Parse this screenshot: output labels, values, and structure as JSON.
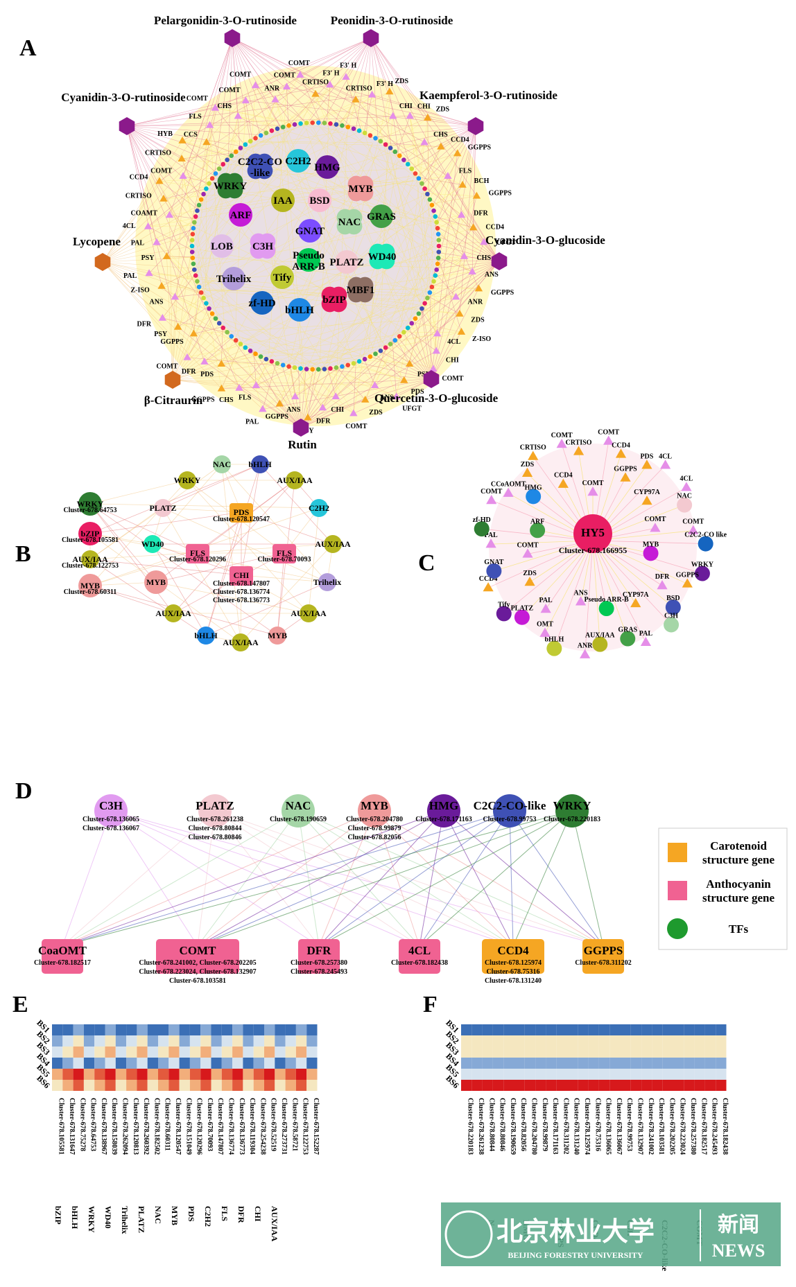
{
  "panels": {
    "A": "A",
    "B": "B",
    "C": "C",
    "D": "D",
    "E": "E",
    "F": "F"
  },
  "colors": {
    "anthocyanin": "#8b1a8b",
    "carotenoid": "#d2691e",
    "caro_gene": "#f5a623",
    "antho_gene": "#f06292",
    "tf": "#1e9a2e",
    "edge_pink": "#e57373",
    "edge_yellow": "#fff59d"
  },
  "panelA": {
    "metabolites": [
      {
        "label": "Pelargonidin-3-O-rutinoside",
        "type": "antho"
      },
      {
        "label": "Peonidin-3-O-rutinoside",
        "type": "antho"
      },
      {
        "label": "Kaempferol-3-O-rutinoside",
        "type": "antho"
      },
      {
        "label": "Cyanidin-3-O-glucoside",
        "type": "antho"
      },
      {
        "label": "Quercetin-3-O-glucoside",
        "type": "antho"
      },
      {
        "label": "Rutin",
        "type": "antho"
      },
      {
        "label": "β-Citraurin",
        "type": "caro"
      },
      {
        "label": "Lycopene",
        "type": "caro"
      },
      {
        "label": "Cyanidin-3-O-rutinoside",
        "type": "antho"
      }
    ],
    "tfs": [
      {
        "label": "C2C2-CO -like",
        "color": "#3f51b5"
      },
      {
        "label": "C2H2",
        "color": "#26c6da"
      },
      {
        "label": "HMG",
        "color": "#6a1b9a"
      },
      {
        "label": "WRKY",
        "color": "#2e7d32"
      },
      {
        "label": "IAA",
        "color": "#b5b520"
      },
      {
        "label": "BSD",
        "color": "#f8bbd0"
      },
      {
        "label": "MYB",
        "color": "#ef9a9a"
      },
      {
        "label": "ARF",
        "color": "#c51bd6"
      },
      {
        "label": "GNAT",
        "color": "#7c4dff"
      },
      {
        "label": "NAC",
        "color": "#a5d6a7"
      },
      {
        "label": "GRAS",
        "color": "#43a047"
      },
      {
        "label": "LOB",
        "color": "#e1bee7"
      },
      {
        "label": "C3H",
        "color": "#e19bf0"
      },
      {
        "label": "Pseudo ARR-B",
        "color": "#00c853"
      },
      {
        "label": "PLATZ",
        "color": "#f3c9d0"
      },
      {
        "label": "WD40",
        "color": "#1de9b6"
      },
      {
        "label": "Trihelix",
        "color": "#b39ddb"
      },
      {
        "label": "Tify",
        "color": "#c0ca33"
      },
      {
        "label": "MBF1",
        "color": "#8d6e63"
      },
      {
        "label": "zf-HD",
        "color": "#1565c0"
      },
      {
        "label": "bHLH",
        "color": "#1e88e5"
      },
      {
        "label": "bZIP",
        "color": "#e91e63"
      }
    ],
    "genes": [
      "CRTISO",
      "F3' H",
      "F3' H",
      "CRTISO",
      "F3' H",
      "ZDS",
      "CHI",
      "CHI",
      "ZDS",
      "CHS",
      "CCD4",
      "GGPPS",
      "FLS",
      "BCH",
      "GGPPS",
      "DFR",
      "CCD4",
      "UFGT",
      "CHS",
      "ANS",
      "GGPPS",
      "ANR",
      "ZDS",
      "Z-ISO",
      "4CL",
      "CHI",
      "COMT",
      "PSY",
      "PDS",
      "UFGT",
      "ANS",
      "ZDS",
      "COMT",
      "CHI",
      "DFR",
      "PSY",
      "ANS",
      "GGPPS",
      "PAL",
      "FLS",
      "CHS",
      "GGPPS",
      "PDS",
      "DFR",
      "COMT",
      "GGPPS",
      "PSY",
      "DFR",
      "ANS",
      "Z-ISO",
      "PAL",
      "PSY",
      "PAL",
      "4CL",
      "COAMT",
      "CRTISO",
      "CCD4",
      "COMT",
      "CRTISO",
      "HYB",
      "CCS",
      "FLS",
      "COMT",
      "CHS",
      "COMT",
      "COMT",
      "ANR",
      "COMT",
      "COMT"
    ]
  },
  "panelB": {
    "nodes": [
      "NAC",
      "bHLH",
      "WRKY",
      "AUX/IAA",
      "PLATZ",
      "PDS",
      "C2H2",
      "WRKY",
      "bZIP",
      "WD40",
      "FLS",
      "FLS",
      "AUX/IAA",
      "AUX/IAA",
      "MYB",
      "MYB",
      "CHI",
      "Trihelix",
      "AUX/IAA",
      "AUX/IAA",
      "bHLH",
      "AUX/IAA",
      "MYB"
    ],
    "clusters": [
      "Cluster-678.64753",
      "Cluster-678.105581",
      "Cluster-678.122753",
      "Cluster-678.60311",
      "Cluster-678.120547",
      "Cluster-678.120296",
      "Cluster-678.70093",
      "Cluster-678.147807",
      "Cluster-678.136774",
      "Cluster-678.136773"
    ]
  },
  "panelC": {
    "hub": "HY5",
    "hub_cluster": "Cluster-678.166955",
    "nodes": [
      "COMT",
      "COMT",
      "CCD4",
      "GGPPS",
      "PDS",
      "4CL",
      "CYP97A",
      "4CL",
      "NAC",
      "COMT",
      "COMT",
      "C2C2-CO like",
      "MYB",
      "WRKY",
      "GGPPS",
      "DFR",
      "BSD",
      "C3H",
      "CYP97A",
      "PAL",
      "GRAS",
      "Pseudo ARR-B",
      "AUX/IAA",
      "ANR",
      "ANS",
      "bHLH",
      "OMT",
      "PAL",
      "PLATZ",
      "Tify",
      "ZDS",
      "CCD4",
      "GNAT",
      "COMT",
      "PAL",
      "zf-HD",
      "ARF",
      "COMT",
      "CCoAOMT",
      "HMG",
      "ZDS",
      "CRTISO",
      "CCD4",
      "COMT",
      "CRTISO"
    ]
  },
  "panelD": {
    "tfs": [
      {
        "label": "C3H",
        "clusters": [
          "Cluster-678.136065",
          "Cluster-678.136067"
        ]
      },
      {
        "label": "PLATZ",
        "clusters": [
          "Cluster-678.261238",
          "Cluster-678.80844",
          "Cluster-678.80846"
        ]
      },
      {
        "label": "NAC",
        "clusters": [
          "Cluster-678.190659"
        ]
      },
      {
        "label": "MYB",
        "clusters": [
          "Cluster-678.204780",
          "Cluster-678.99879",
          "Cluster-678.82056"
        ]
      },
      {
        "label": "HMG",
        "clusters": [
          "Cluster-678.171163"
        ]
      },
      {
        "label": "C2C2-CO-like",
        "clusters": [
          "Cluster-678.99753"
        ]
      },
      {
        "label": "WRKY",
        "clusters": [
          "Cluster-678.220183"
        ]
      }
    ],
    "genes": [
      {
        "label": "CoaOMT",
        "clusters": [
          "Cluster-678.182517"
        ]
      },
      {
        "label": "COMT",
        "clusters": [
          "Cluster-678.241002, Cluster-678.202205",
          "Cluster-678.223024, Cluster-678.132907",
          "Cluster-678.103581"
        ]
      },
      {
        "label": "DFR",
        "clusters": [
          "Cluster-678.257380",
          "Cluster-678.245493"
        ]
      },
      {
        "label": "4CL",
        "clusters": [
          "Cluster-678.182438"
        ]
      },
      {
        "label": "CCD4",
        "clusters": [
          "Cluster-678.125974",
          "Cluster-678.75316",
          "Cluster-678.131240"
        ]
      },
      {
        "label": "GGPPS",
        "clusters": [
          "Cluster-678.311202"
        ]
      }
    ]
  },
  "legend": [
    {
      "label": "Carotenoid structure gene",
      "color": "#f5a623"
    },
    {
      "label": "Anthocyanin structure gene",
      "color": "#f06292"
    },
    {
      "label": "TFs",
      "color": "#1e9a2e"
    }
  ],
  "heatmapE": {
    "rows": [
      "BS1",
      "BS2",
      "BS3",
      "BS4",
      "BS5",
      "BS6"
    ],
    "cols": [
      "Cluster-678.105581",
      "Cluster-678.131647",
      "Cluster-678.75278",
      "Cluster-678.64753",
      "Cluster-678.138967",
      "Cluster-678.158039",
      "Cluster-678.262094",
      "Cluster-678.120813",
      "Cluster-678.260392",
      "Cluster-678.182502",
      "Cluster-678.60311",
      "Cluster-678.120547",
      "Cluster-678.151049",
      "Cluster-678.120296",
      "Cluster-678.70093",
      "Cluster-678.147807",
      "Cluster-678.136774",
      "Cluster-678.136773",
      "Cluster-678.119304",
      "Cluster-678.254238",
      "Cluster-678.52519",
      "Cluster-678.273731",
      "Cluster-678.58721",
      "Cluster-678.122753",
      "Cluster-678.152287"
    ],
    "groups": [
      "bZIP",
      "bHLH",
      "WRKY",
      "WD40",
      "Trihelix",
      "PLATZ",
      "NAC",
      "MYB",
      "PDS",
      "C2H2",
      "FLS",
      "DFR",
      "CHI",
      "AUX/IAA"
    ]
  },
  "heatmapF": {
    "rows": [
      "BS1",
      "BS2",
      "BS3",
      "BS4",
      "BS5",
      "BS6"
    ],
    "cols": [
      "Cluster-678.220183",
      "Cluster-678.261238",
      "Cluster-678.80844",
      "Cluster-678.80846",
      "Cluster-678.190659",
      "Cluster-678.82056",
      "Cluster-678.204780",
      "Cluster-678.99879",
      "Cluster-678.171163",
      "Cluster-678.311202",
      "Cluster-678.131240",
      "Cluster-678.125974",
      "Cluster-678.75316",
      "Cluster-678.136065",
      "Cluster-678.136067",
      "Cluster-678.99753",
      "Cluster-678.132907",
      "Cluster-678.241002",
      "Cluster-678.103581",
      "Cluster-678.202205",
      "Cluster-678.223024",
      "Cluster-678.257380",
      "Cluster-678.182517",
      "Cluster-678.245493",
      "Cluster-678.182438"
    ],
    "group_labels": [
      "N",
      "HMG",
      "GGPPS",
      "CCD4",
      "C3H",
      "C2C2-CO-like",
      "COMT"
    ]
  },
  "watermark": {
    "cn": "北京林业大学",
    "en": "BEIJING FORESTRY UNIVERSITY",
    "news_cn": "新闻",
    "news_en": "NEWS"
  }
}
